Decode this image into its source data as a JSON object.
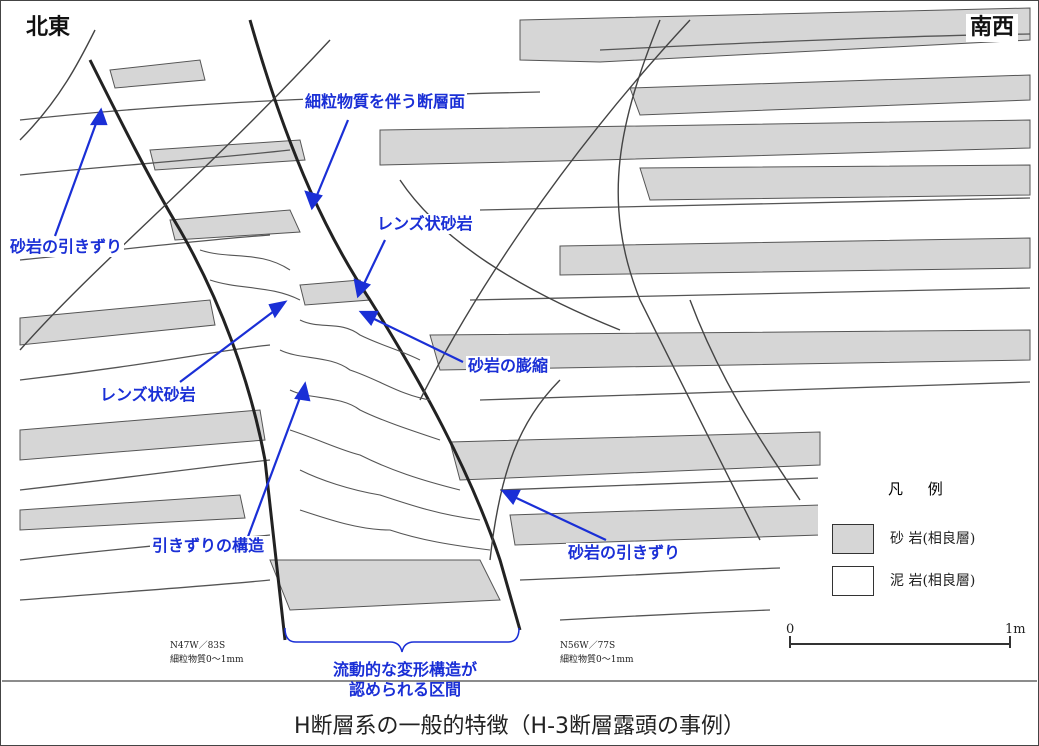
{
  "caption": "H断層系の一般的特徴（H-3断層露頭の事例）",
  "corners": {
    "northeast": "北東",
    "southwest": "南西"
  },
  "annotations": {
    "fault_surface": "細粒物質を伴う断層面",
    "drag_left": "砂岩の引きずり",
    "lens_upper": "レンズ状砂岩",
    "lens_lower": "レンズ状砂岩",
    "swell": "砂岩の膨縮",
    "drag_structure": "引きずりの構造",
    "drag_right": "砂岩の引きずり",
    "flow_section": "流動的な変形構造が\n認められる区間"
  },
  "fault_notes": {
    "left": {
      "orientation": "N47W／83S",
      "material": "細粒物質0～1mm"
    },
    "right": {
      "orientation": "N56W／77S",
      "material": "細粒物質0～1mm"
    }
  },
  "legend": {
    "title": "凡 例",
    "items": [
      {
        "label": "砂 岩(相良層)",
        "color": "#d6d6d6"
      },
      {
        "label": "泥 岩(相良層)",
        "color": "#ffffff"
      }
    ]
  },
  "scale": {
    "start": "0",
    "end": "1m"
  },
  "colors": {
    "annotation": "#1a2fd6",
    "sandstone": "#d6d6d6",
    "line": "#333333"
  }
}
